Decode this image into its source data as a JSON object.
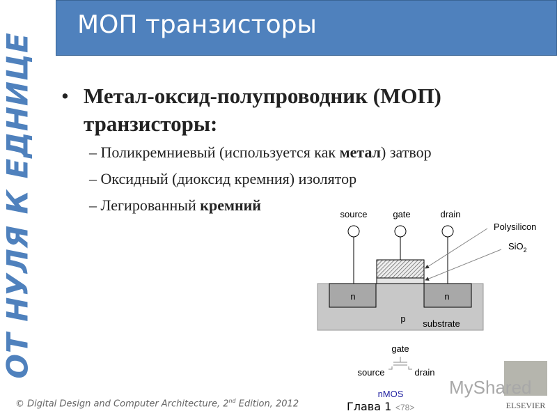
{
  "title": "МОП транзисторы",
  "side_banner": "ОТ НУЛЯ К ЕДНИЦЕ",
  "bullet": "Метал-оксид-полупроводник (МОП) транзисторы:",
  "subs": [
    {
      "pre": "Поликремниевый (используется как ",
      "bold": "метал",
      "post": ") затвор"
    },
    {
      "pre": "Оксидный (диоксид кремния) изолятор",
      "bold": "",
      "post": ""
    },
    {
      "pre": "Легированный ",
      "bold": "кремний",
      "post": ""
    }
  ],
  "diagram": {
    "source": "source",
    "gate": "gate",
    "drain": "drain",
    "polysilicon": "Polysilicon",
    "sio2": "SiO",
    "sio2_sub": "2",
    "n": "n",
    "p": "p",
    "substrate": "substrate"
  },
  "symbol": {
    "gate": "gate",
    "source": "source",
    "drain": "drain",
    "caption": "nMOS"
  },
  "chapter": "Глава 1",
  "page": "<78>",
  "footer": {
    "pre": "© Digital Design and Computer Architecture, 2",
    "sup": "nd",
    "post": " Edition, 2012"
  },
  "publisher": "ELSEVIER",
  "watermark": "MyShared",
  "colors": {
    "title_bar": "#4f81bd",
    "substrate": "#c8c8c8",
    "well": "#a8a8a8",
    "nmos": "#1f1fa0"
  }
}
